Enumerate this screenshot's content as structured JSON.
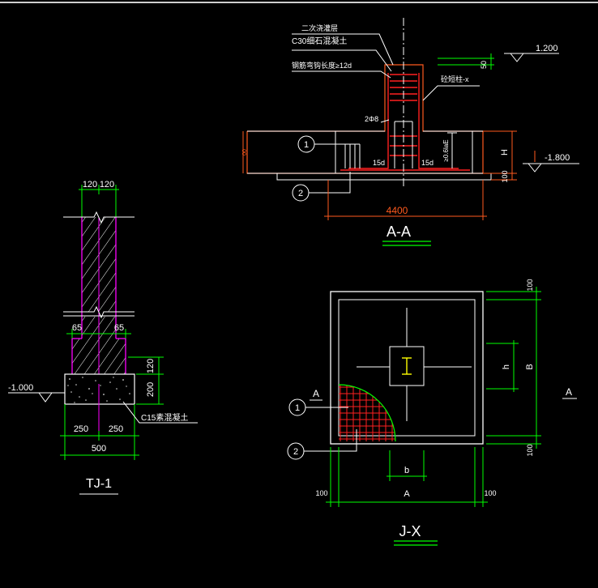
{
  "colors": {
    "background": "#000000",
    "white": "#ffffff",
    "green": "#00ff00",
    "red": "#ff2020",
    "magenta": "#ff00ff",
    "orange": "#ff5a1e",
    "yellow": "#ffff00"
  },
  "tj1": {
    "title": "TJ-1",
    "dim_top_left": "120",
    "dim_top_right": "120",
    "dim_offset_left": "65",
    "dim_offset_right": "65",
    "dim_h_120": "120",
    "dim_h_200": "200",
    "dim_base_left": "250",
    "dim_base_right": "250",
    "dim_base_total": "500",
    "elevation": "-1.000",
    "material_note": "C15素混凝土"
  },
  "section_aa": {
    "title": "A-A",
    "note_1": "二次浇灌层",
    "note_2": "C30细石混凝土",
    "note_3": "钢筋弯钩长度≥12d",
    "note_column": "砼短柱-x",
    "label_rebar": "2Φ8",
    "label_15d_left": "15d",
    "label_15d_right": "15d",
    "label_vertical": "≥0.6laE",
    "label_H": "H",
    "label_100": "100",
    "label_50": "50",
    "elevation_top": "1.200",
    "elevation_bottom": "-1.800",
    "dim_total": "4400",
    "callout_1": "1",
    "callout_2": "2"
  },
  "plan_jx": {
    "title": "J-X",
    "label_A_left": "A",
    "label_A_right": "A",
    "dim_top_100": "100",
    "dim_bottom_100": "100",
    "dim_h": "h",
    "dim_B": "B",
    "dim_b": "b",
    "dim_A": "A",
    "dim_left_100": "100",
    "dim_right_100": "100",
    "callout_1": "1",
    "callout_2": "2"
  }
}
